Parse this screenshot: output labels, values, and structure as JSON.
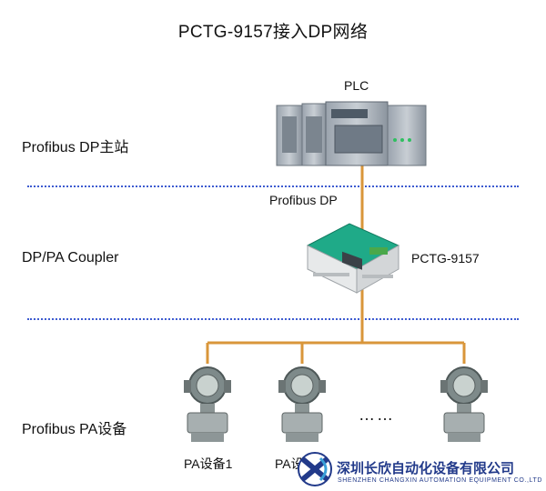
{
  "diagram": {
    "title": "PCTG-9157接入DP网络",
    "tiers": {
      "master": "Profibus DP主站",
      "coupler": "DP/PA Coupler",
      "devices": "Profibus PA设备"
    },
    "nodes": {
      "plc": "PLC",
      "bus_label": "Profibus DP",
      "coupler_name": "PCTG-9157",
      "device1": "PA设备1",
      "device2": "PA设",
      "ellipsis": "……"
    },
    "brand": {
      "name_cn": "深圳长欣自动化设备有限公司",
      "name_en": "SHENZHEN CHANGXIN AUTOMATION EQUIPMENT CO.,LTD"
    },
    "colors": {
      "wire": "#d9963a",
      "divider": "#3d5bd0",
      "coupler_accent": "#1faa88",
      "brand": "#223a8a"
    }
  }
}
